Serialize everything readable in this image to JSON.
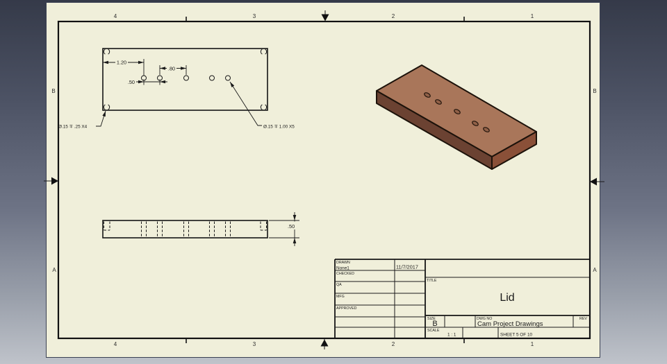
{
  "app": {
    "name": "cad-drawing-viewport"
  },
  "colors": {
    "sheet": "#f0efda",
    "line": "#1a1a1a",
    "background_top": "#353a49",
    "background_bottom": "#bfc3ca",
    "iso_top": "#a9765a",
    "iso_front": "#6b4232",
    "iso_side": "#8a5038",
    "iso_hole": "#916148"
  },
  "zones": {
    "top": [
      "4",
      "3",
      "2",
      "1"
    ],
    "bottom": [
      "4",
      "3",
      "2",
      "1"
    ],
    "left": [
      "B",
      "A"
    ],
    "right": [
      "B",
      "A"
    ]
  },
  "top_view": {
    "dim_edge_to_hole": "1.20",
    "dim_hole_pitch_wide": ".80",
    "dim_hole_pitch_narrow": ".50",
    "callout_corner_holes": "Ø.15 ∓ .25 X4",
    "callout_center_holes": "Ø.15 ∓ 1.00 X5"
  },
  "front_view": {
    "dim_thickness": ".50"
  },
  "title_block": {
    "drawn_label": "DRAWN",
    "drawn_name": "None1",
    "drawn_date": "11/7/2017",
    "checked_label": "CHECKED",
    "qa_label": "QA",
    "mfg_label": "MFG",
    "approved_label": "APPROVED",
    "title_label": "TITLE",
    "title": "Lid",
    "size_label": "SIZE",
    "size": "B",
    "dwg_no_label": "DWG NO",
    "dwg_no": "Cam Project Drawings",
    "rev_label": "REV",
    "scale_label": "SCALE",
    "scale": "1 : 1",
    "sheet_info": "SHEET 5  OF 10"
  }
}
